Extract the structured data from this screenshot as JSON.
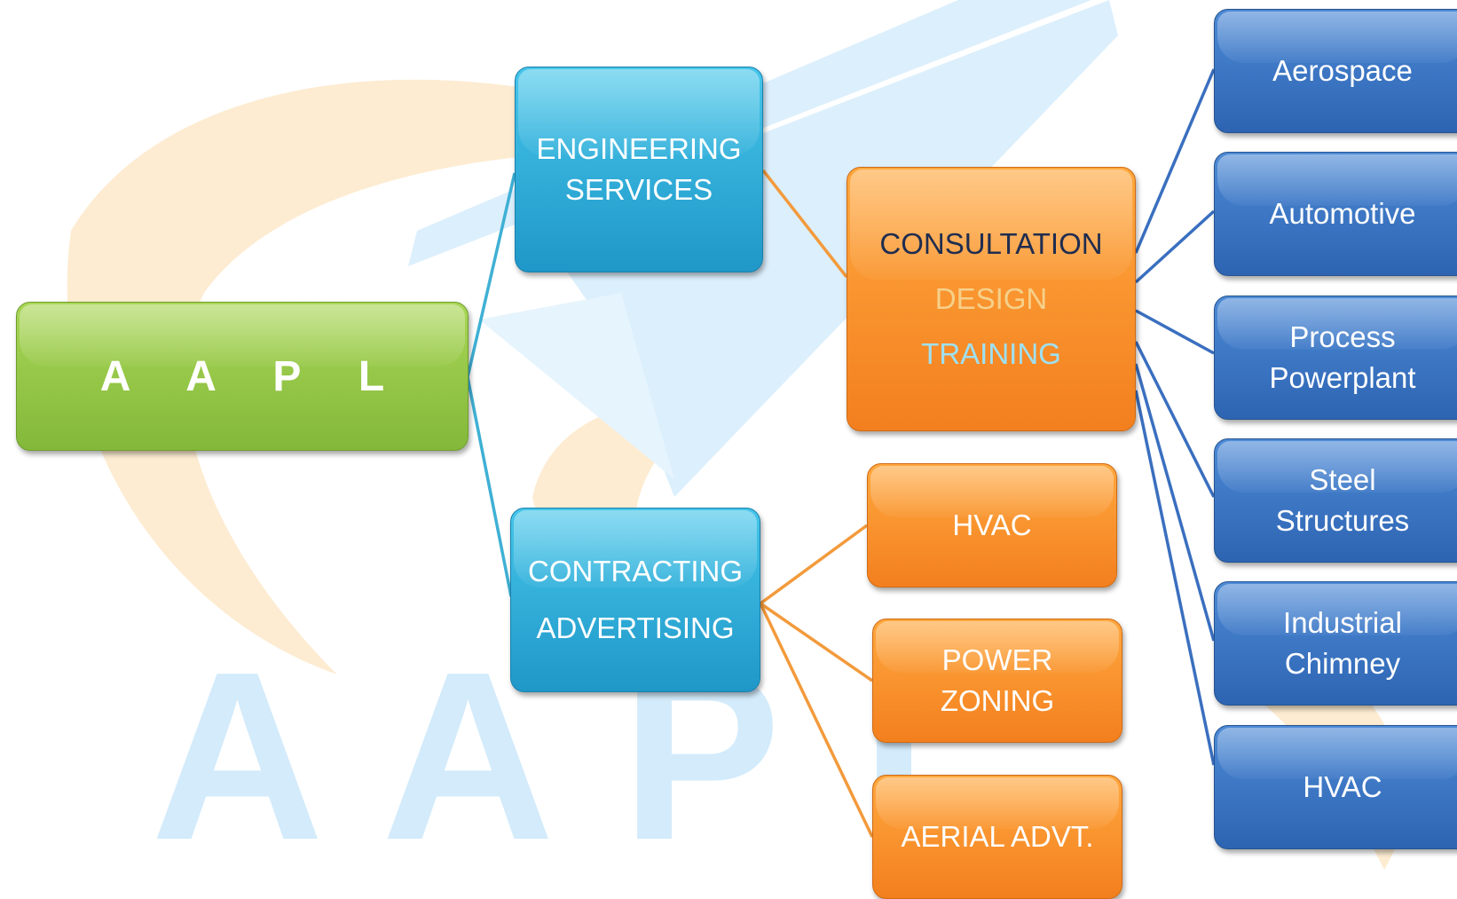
{
  "colors": {
    "root": "#8bc34a",
    "primary": "#2aa9d9",
    "secondary": "#f7901e",
    "leaf": "#3a74c4",
    "watermark_blue": "#d6ecfb",
    "watermark_orange": "#fbe7c8",
    "connector_cyan": "#3fb0d4",
    "connector_orange": "#f39a3c",
    "connector_blue": "#3a6fbf"
  },
  "diagram": {
    "watermark_text": [
      "A",
      "A",
      "P",
      "L"
    ],
    "root": {
      "label": "A A P L"
    },
    "engineering": {
      "line1": "ENGINEERING",
      "line2": "SERVICES"
    },
    "contracting": {
      "line1": "CONTRACTING",
      "line2": "ADVERTISING"
    },
    "consultation": {
      "line1": "CONSULTATION",
      "line2": "DESIGN",
      "line3": "TRAINING"
    },
    "contracting_children": [
      {
        "lines": [
          "HVAC"
        ]
      },
      {
        "lines": [
          "POWER",
          "ZONING"
        ]
      },
      {
        "lines": [
          "AERIAL ADVT."
        ]
      }
    ],
    "industries": [
      {
        "lines": [
          "Aerospace"
        ]
      },
      {
        "lines": [
          "Automotive"
        ]
      },
      {
        "lines": [
          "Process",
          "Powerplant"
        ]
      },
      {
        "lines": [
          "Steel",
          "Structures"
        ]
      },
      {
        "lines": [
          "Industrial",
          "Chimney"
        ]
      },
      {
        "lines": [
          "HVAC"
        ]
      }
    ]
  }
}
